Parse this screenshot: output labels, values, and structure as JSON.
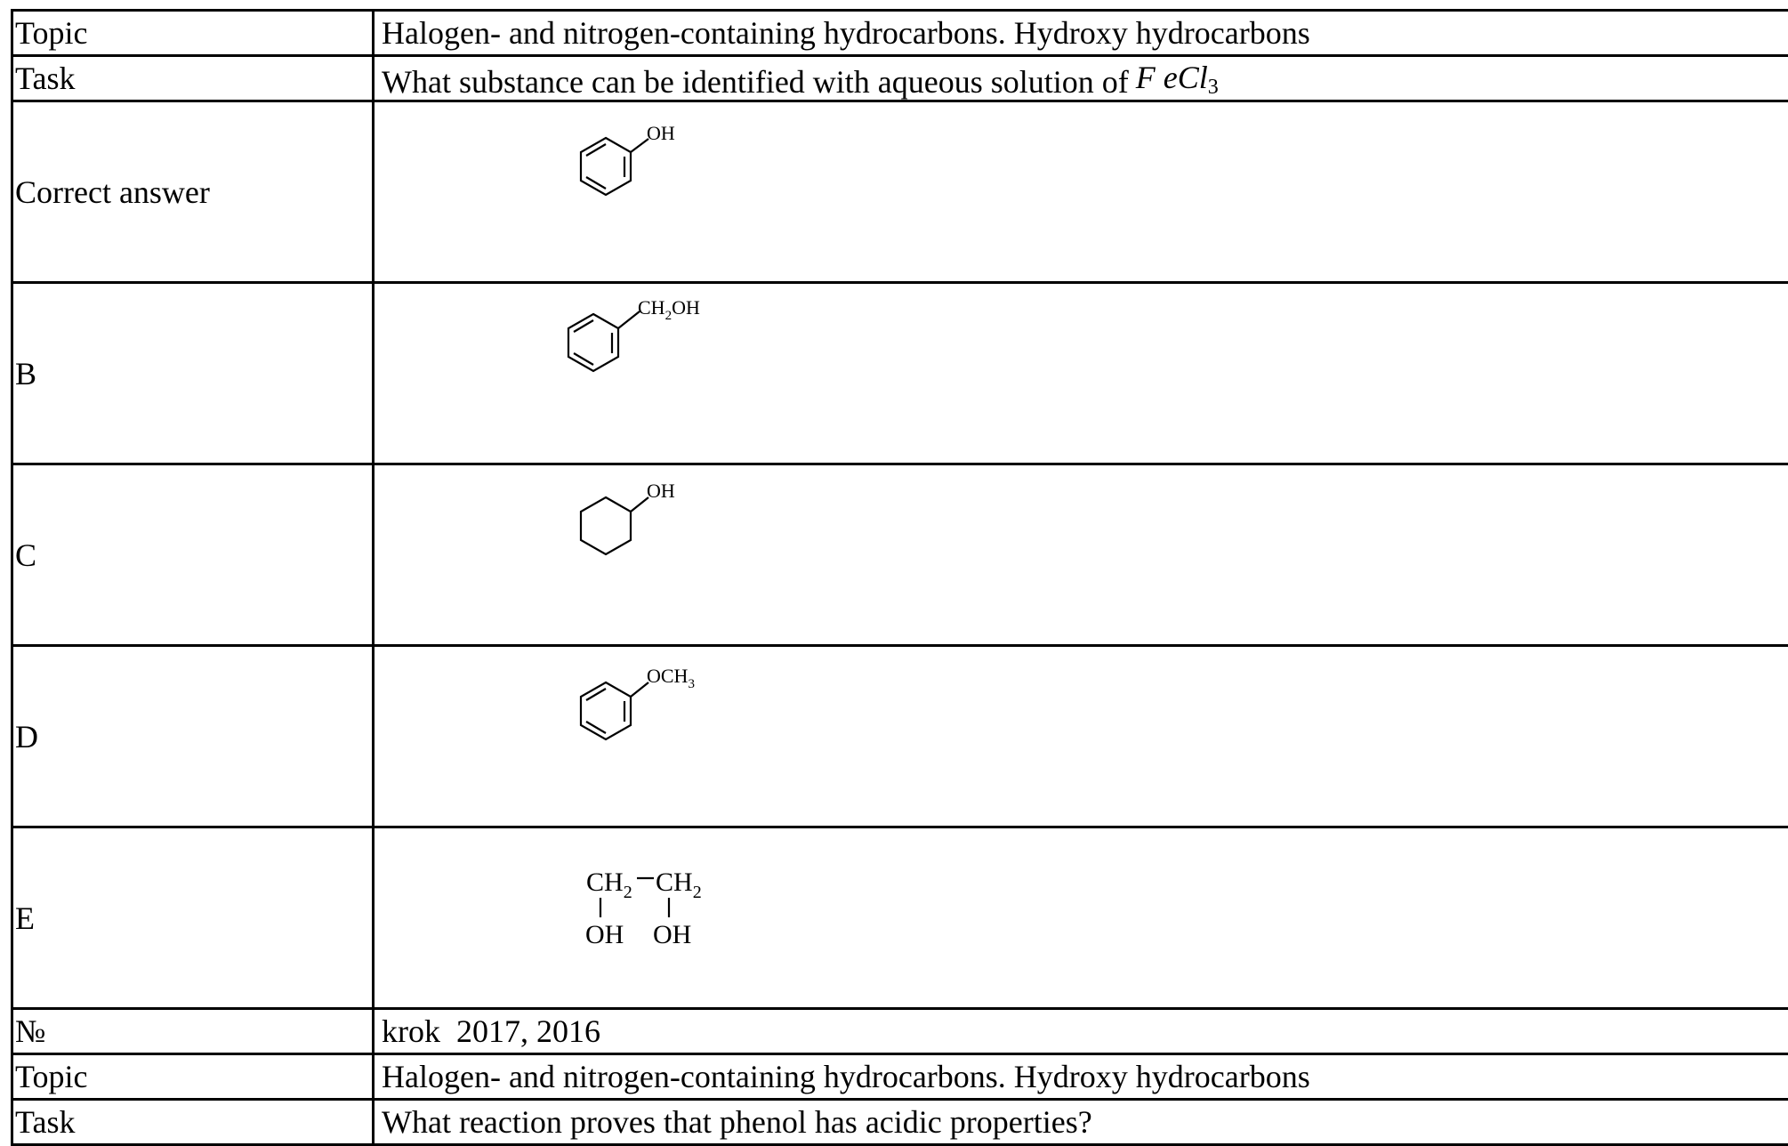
{
  "rows": [
    {
      "label": "Topic",
      "value": "Halogen- and nitrogen-containing hydrocarbons. Hydroxy hydrocarbons"
    },
    {
      "label": "Task",
      "value": "What substance can be identified with aqueous solution of",
      "formula": "F eCl",
      "formula_sub": "3"
    },
    {
      "label": "Correct answer",
      "structure": "phenol",
      "sub_labels": [
        "OH"
      ]
    },
    {
      "label": "B",
      "structure": "benzyl-alcohol",
      "sub_labels": [
        "CH",
        "2",
        "OH"
      ]
    },
    {
      "label": "C",
      "structure": "cyclohexanol",
      "sub_labels": [
        "OH"
      ]
    },
    {
      "label": "D",
      "structure": "anisole",
      "sub_labels": [
        "OCH",
        "3"
      ]
    },
    {
      "label": "E",
      "structure": "ethylene-glycol",
      "sub_labels": [
        "CH",
        "2",
        "CH",
        "2",
        "OH",
        "OH"
      ]
    },
    {
      "label": "№",
      "value": "krok  2017, 2016"
    },
    {
      "label": "Topic",
      "value": "Halogen- and nitrogen-containing hydrocarbons. Hydroxy hydrocarbons"
    },
    {
      "label": "Task",
      "value": "What reaction proves that phenol has acidic properties?"
    }
  ]
}
